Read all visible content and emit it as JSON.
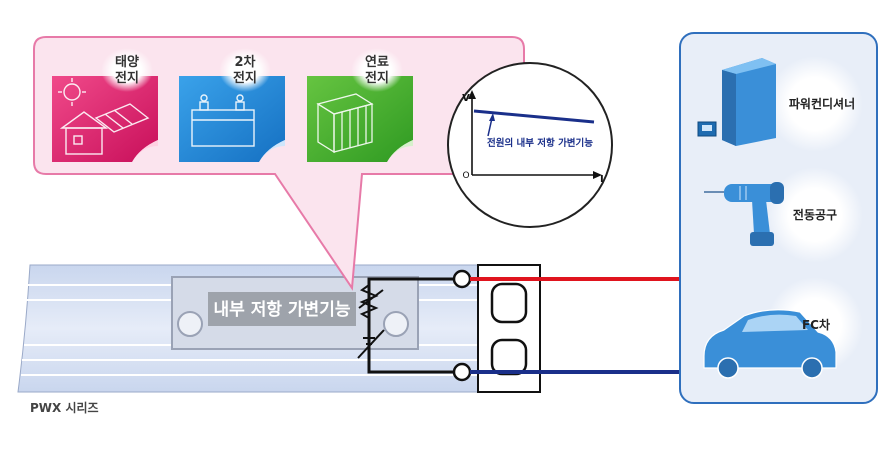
{
  "sources": [
    {
      "label_line1": "태양",
      "label_line2": "전지",
      "icon": "solar-house-icon",
      "color": "#e0156b"
    },
    {
      "label_line1": "2차",
      "label_line2": "전지",
      "icon": "battery-icon",
      "color": "#1e88d6"
    },
    {
      "label_line1": "연료",
      "label_line2": "전지",
      "icon": "fuel-cell-icon",
      "color": "#3fae2a"
    }
  ],
  "graph": {
    "y_axis_label": "V",
    "x_axis_label": "I",
    "origin_label": "O",
    "curve_label": "전원의 내부 저항 가변기능",
    "line_color": "#1a2f8a"
  },
  "device": {
    "feature_label": "내부 저항 가변기능",
    "series_label": "PWX 시리즈"
  },
  "loads": [
    {
      "label": "파워컨디셔너",
      "icon": "power-conditioner-icon"
    },
    {
      "label": "전동공구",
      "icon": "power-drill-icon"
    },
    {
      "label": "FC차",
      "icon": "fc-car-icon"
    }
  ],
  "colors": {
    "positive_wire": "#e0141e",
    "negative_wire": "#1a2f8a",
    "callout_fill": "#fbe4ee",
    "callout_border": "#e77aa8",
    "load_panel_fill": "#e8eef8",
    "load_panel_border": "#2f6fbd"
  }
}
